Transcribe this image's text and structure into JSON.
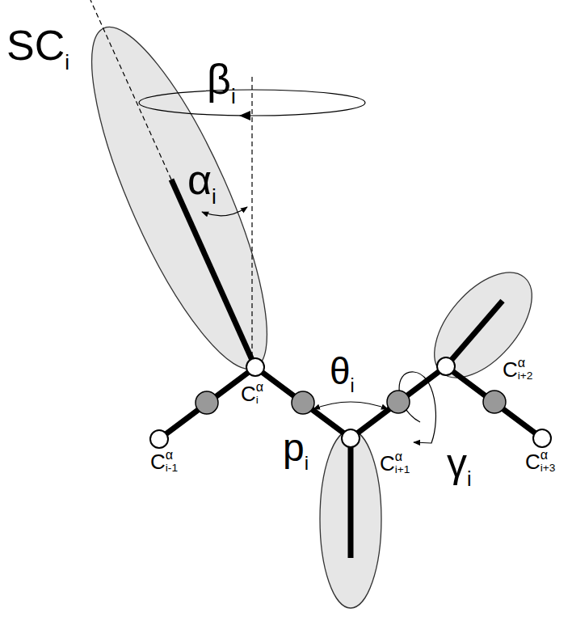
{
  "diagram": {
    "labels": [
      "SCi",
      "βi",
      "αi",
      "θi",
      "γi",
      "pi",
      "Cαi-1",
      "Cαi",
      "Cαi+1",
      "Cαi+2",
      "Cαi+3"
    ]
  }
}
